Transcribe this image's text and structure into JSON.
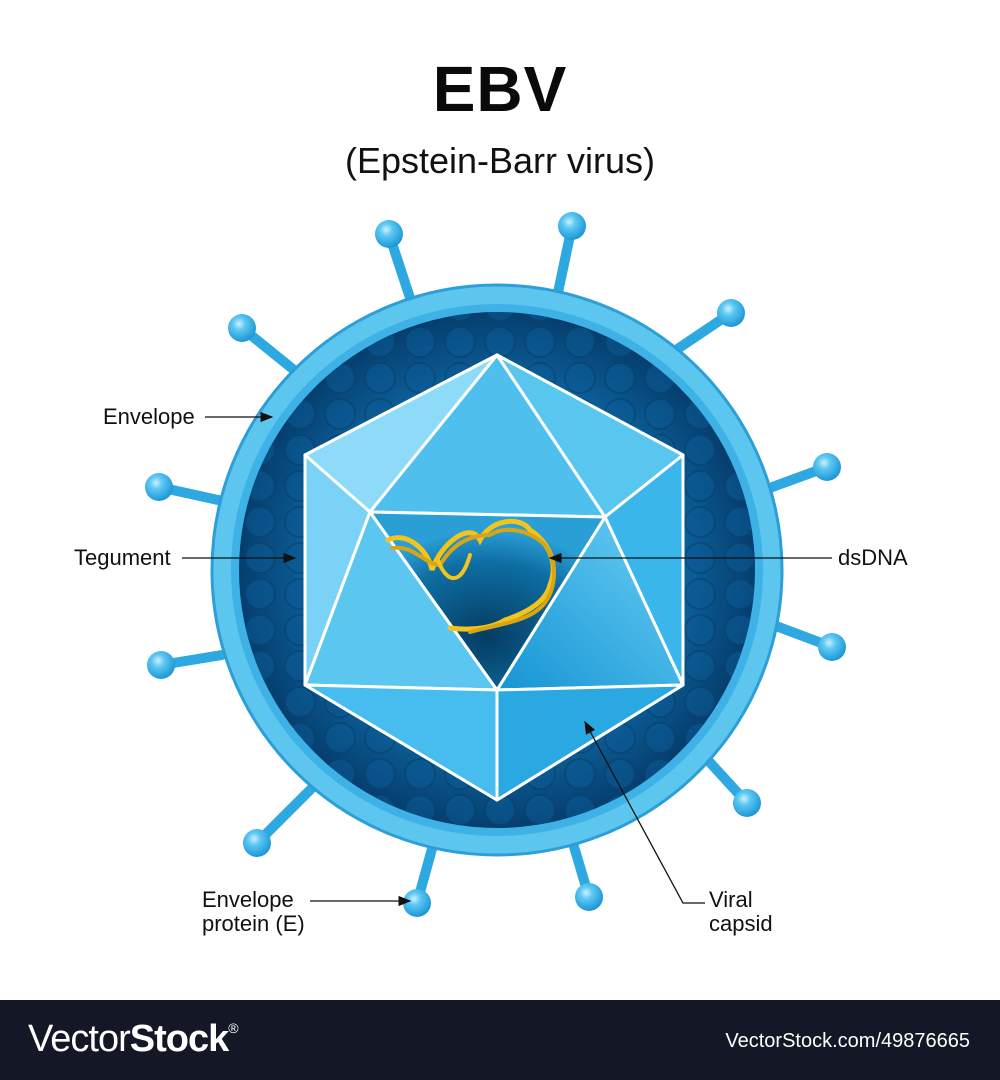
{
  "title": "EBV",
  "subtitle": "(Epstein-Barr virus)",
  "labels": {
    "envelope": "Envelope",
    "tegument": "Tegument",
    "dsdna": "dsDNA",
    "envelope_protein_line1": "Envelope",
    "envelope_protein_line2": "protein (E)",
    "viral_capsid_line1": "Viral",
    "viral_capsid_line2": "capsid"
  },
  "colors": {
    "envelope": "#5cc6ee",
    "tegument": "#0a5f9a",
    "capsid": "#2eb4e8",
    "dna": "#f2c21a",
    "spike": "#2ea8e0",
    "footer_bg": "#141726"
  },
  "footer": {
    "brand_light": "Vector",
    "brand_bold": "Stock",
    "brand_mark": "®",
    "url": "VectorStock.com/49876665"
  }
}
